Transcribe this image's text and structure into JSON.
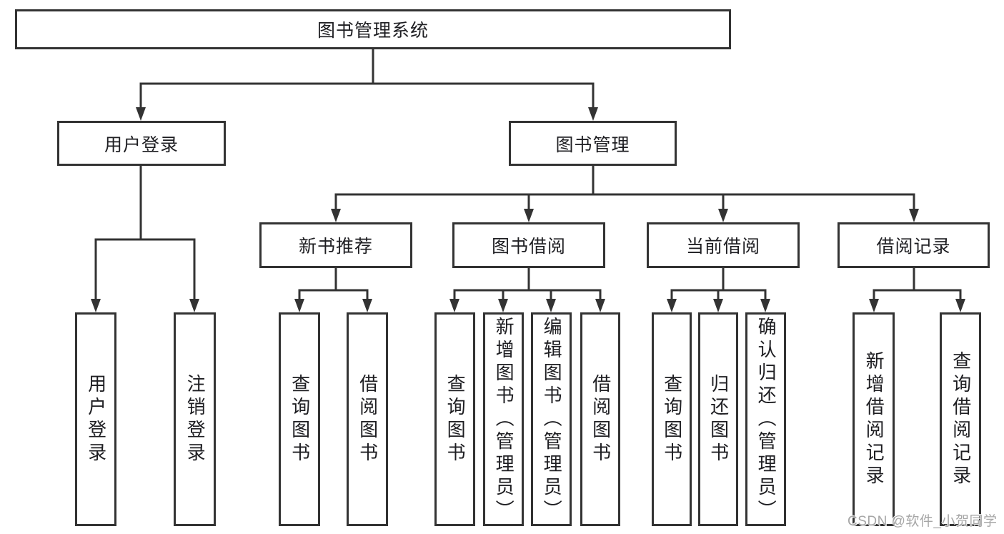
{
  "diagram": {
    "title": "图书管理系统",
    "user_login": {
      "label": "用户登录",
      "children": {
        "login": "用户登录",
        "logout": "注销登录"
      }
    },
    "book_management": {
      "label": "图书管理",
      "new_books": {
        "label": "新书推荐",
        "children": {
          "query": "查询图书",
          "borrow": "借阅图书"
        }
      },
      "borrowing": {
        "label": "图书借阅",
        "children": {
          "query": "查询图书",
          "add": "新增图书（管理员）",
          "edit": "编辑图书（管理员）",
          "borrow": "借阅图书"
        }
      },
      "current": {
        "label": "当前借阅",
        "children": {
          "query": "查询图书",
          "return": "归还图书",
          "confirm": "确认归还（管理员）"
        }
      },
      "records": {
        "label": "借阅记录",
        "children": {
          "add": "新增借阅记录",
          "query": "查询借阅记录"
        }
      }
    }
  },
  "watermark": {
    "text": "CSDN @软件_小贺同学"
  },
  "colors": {
    "line": "#333333",
    "text": "#1e1e22",
    "watermark": "#a6a6a6",
    "background": "#ffffff"
  }
}
